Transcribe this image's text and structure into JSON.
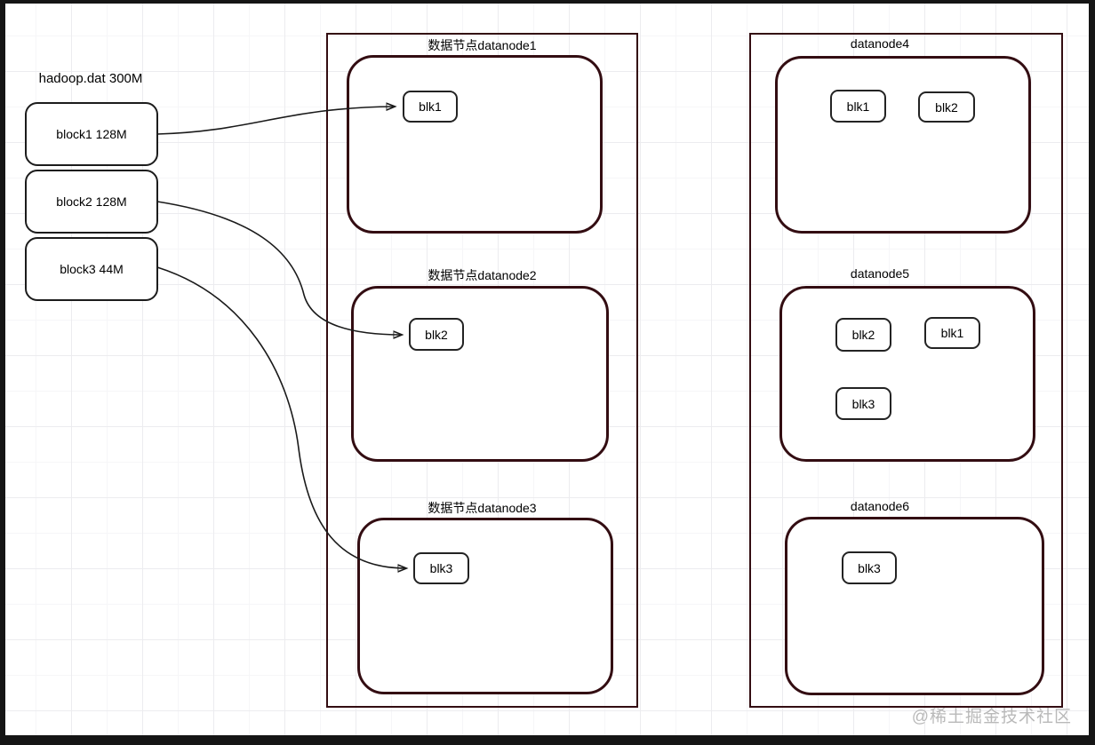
{
  "diagram": {
    "file": {
      "title": "hadoop.dat 300M",
      "blocks": [
        "block1 128M",
        "block2 128M",
        "block3 44M"
      ]
    },
    "rack1": {
      "datanodes": [
        {
          "title": "数据节点datanode1",
          "blocks": [
            "blk1"
          ]
        },
        {
          "title": "数据节点datanode2",
          "blocks": [
            "blk2"
          ]
        },
        {
          "title": "数据节点datanode3",
          "blocks": [
            "blk3"
          ]
        }
      ]
    },
    "rack2": {
      "datanodes": [
        {
          "title": "datanode4",
          "blocks": [
            "blk1",
            "blk2"
          ]
        },
        {
          "title": "datanode5",
          "blocks": [
            "blk2",
            "blk1",
            "blk3"
          ]
        },
        {
          "title": "datanode6",
          "blocks": [
            "blk3"
          ]
        }
      ]
    },
    "watermark": "@稀土掘金技术社区",
    "colors": {
      "container_border": "#330d12",
      "shape_border": "#232323",
      "arrow": "#1a1a1a",
      "watermark": "#b9b9b9"
    }
  }
}
